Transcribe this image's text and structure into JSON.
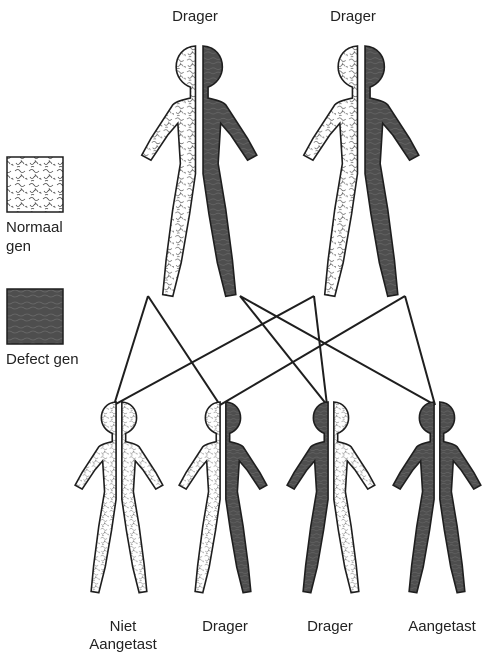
{
  "parents": [
    {
      "label": "Drager",
      "left": "normal",
      "right": "defect"
    },
    {
      "label": "Drager",
      "left": "normal",
      "right": "defect"
    }
  ],
  "children": [
    {
      "label_lines": [
        "Niet",
        "Aangetast"
      ],
      "left": "normal",
      "right": "normal"
    },
    {
      "label_lines": [
        "Drager"
      ],
      "left": "normal",
      "right": "defect"
    },
    {
      "label_lines": [
        "Drager"
      ],
      "left": "defect",
      "right": "normal"
    },
    {
      "label_lines": [
        "Aangetast"
      ],
      "left": "defect",
      "right": "defect"
    }
  ],
  "legend": {
    "normal_lines": [
      "Normaal",
      "gen"
    ],
    "defect_lines": [
      "Defect gen"
    ]
  },
  "colors": {
    "normal_fill": "#ffffff",
    "defect_fill": "#505050",
    "outline": "#1e1e1e"
  }
}
